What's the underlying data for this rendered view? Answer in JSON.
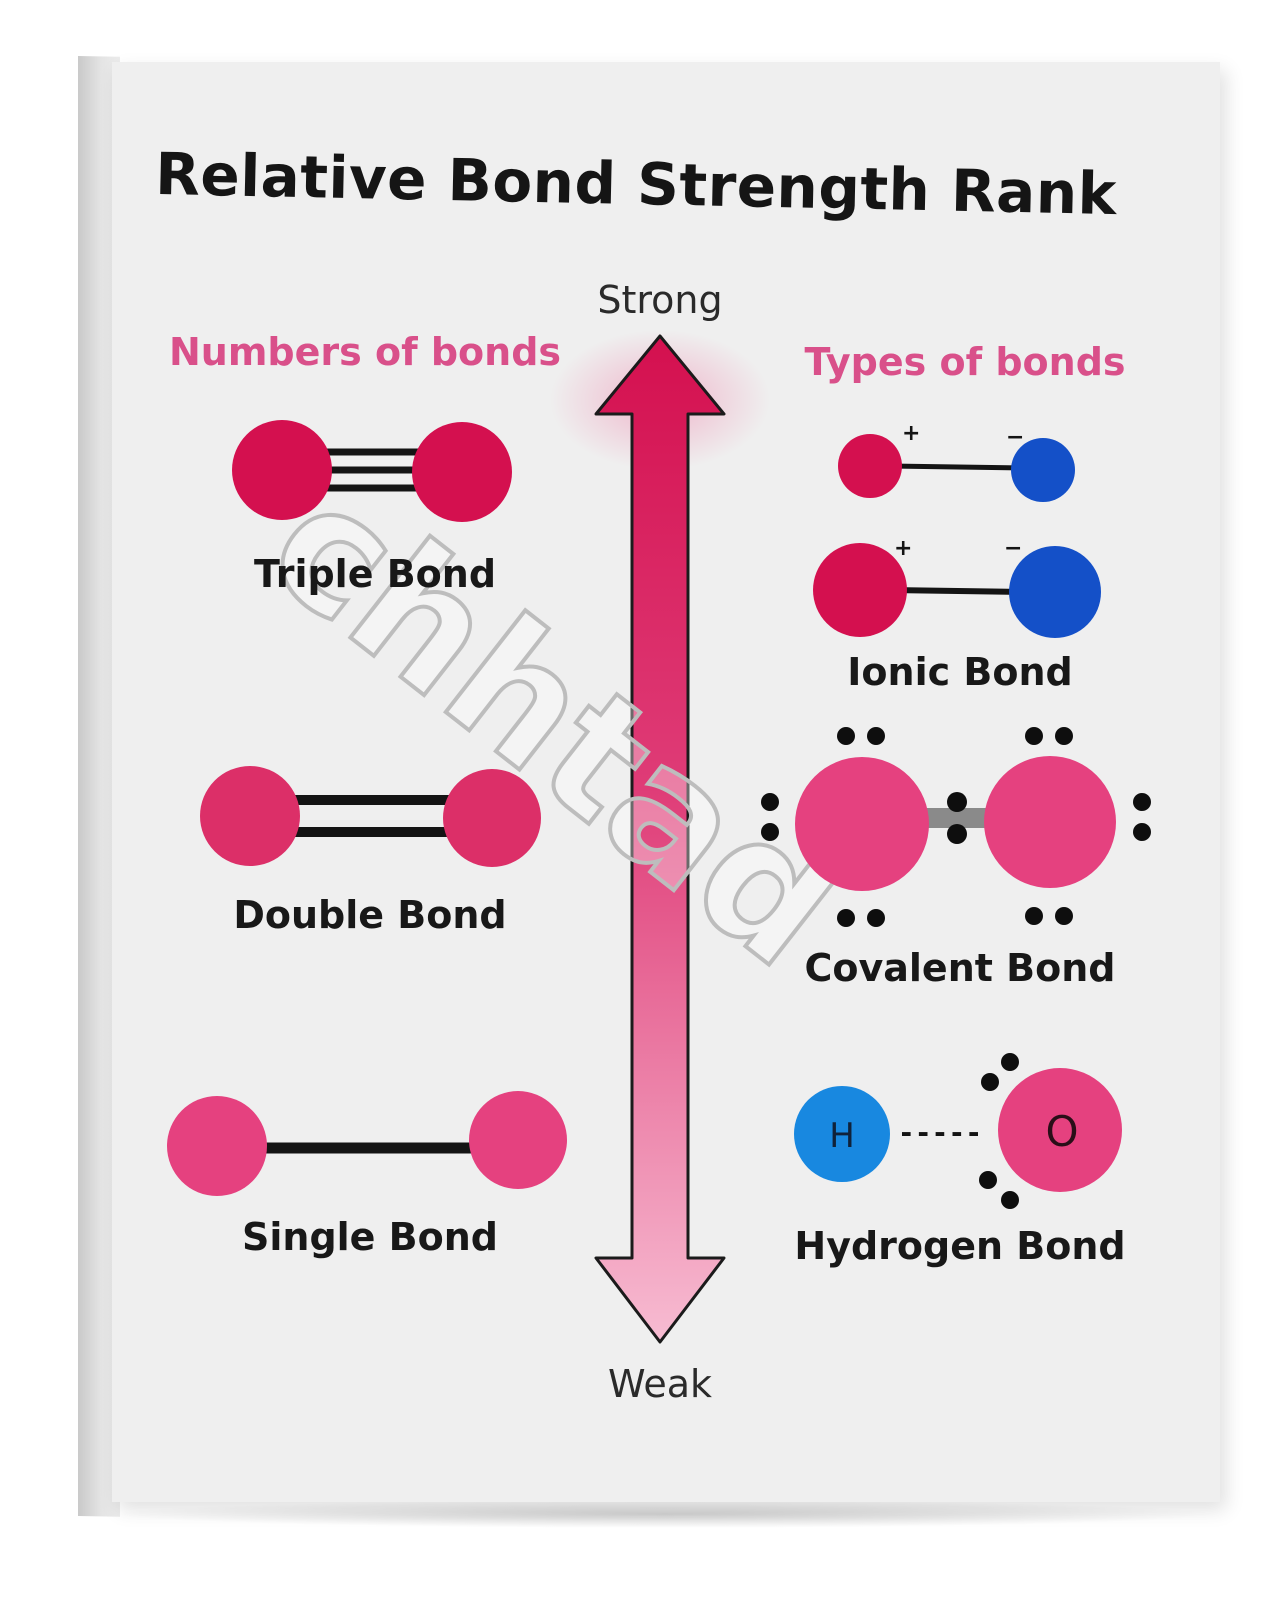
{
  "title": "Relative Bond Strength Rank",
  "axis": {
    "top": "Strong",
    "bottom": "Weak"
  },
  "left_section": {
    "heading": "Numbers of bonds",
    "items": [
      {
        "label": "Triple Bond"
      },
      {
        "label": "Double Bond"
      },
      {
        "label": "Single Bond"
      }
    ]
  },
  "right_section": {
    "heading": "Types of bonds",
    "items": [
      {
        "label": "Ionic Bond",
        "charges": [
          "+",
          "−"
        ]
      },
      {
        "label": "Covalent Bond"
      },
      {
        "label": "Hydrogen Bond",
        "atoms": [
          "H",
          "O"
        ],
        "link": "-----"
      }
    ]
  },
  "watermark": "chhtad",
  "colors": {
    "crimson": "#d4104f",
    "pink": "#e5417f",
    "light_pink": "#f4a6c4",
    "blue": "#1450c8",
    "sky_blue": "#1888e0",
    "heading_pink": "#d9508a"
  }
}
